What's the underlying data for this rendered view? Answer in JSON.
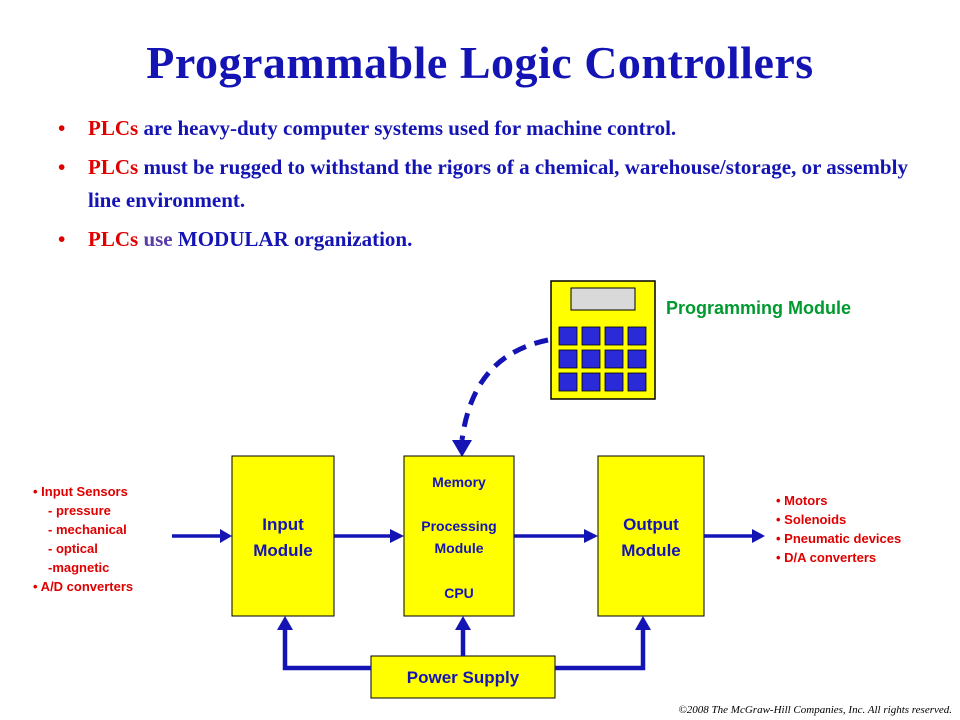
{
  "slide": {
    "title": "Programmable Logic Controllers",
    "bullets": [
      {
        "lead": "PLCs",
        "rest": " are heavy-duty computer systems used for machine control."
      },
      {
        "lead": "PLCs",
        "rest": " must be rugged to withstand the rigors of a chemical, warehouse/storage, or assembly line environment."
      },
      {
        "lead": "PLCs",
        "mid": " use ",
        "tail": "MODULAR organization."
      }
    ],
    "copyright": "©2008 The McGraw-Hill Companies, Inc. All rights reserved."
  },
  "diagram": {
    "programming_module_label": "Programming Module",
    "input_module": [
      "Input",
      "Module"
    ],
    "cpu_module": [
      "Memory",
      "",
      "Processing",
      "Module",
      "",
      "CPU"
    ],
    "output_module": [
      "Output",
      "Module"
    ],
    "power_supply": "Power Supply",
    "inputs": [
      "• Input Sensors",
      "- pressure",
      "- mechanical",
      "- optical",
      "-magnetic",
      "• A/D converters"
    ],
    "outputs": [
      "• Motors",
      "• Solenoids",
      "• Pneumatic devices",
      "• D/A converters"
    ],
    "colors": {
      "module_fill": "#ffff00",
      "connector": "#1414b4",
      "title": "#1414b4",
      "accent_red": "#e00000",
      "label_green": "#009a2f",
      "key_fill": "#2a2ad8"
    }
  }
}
